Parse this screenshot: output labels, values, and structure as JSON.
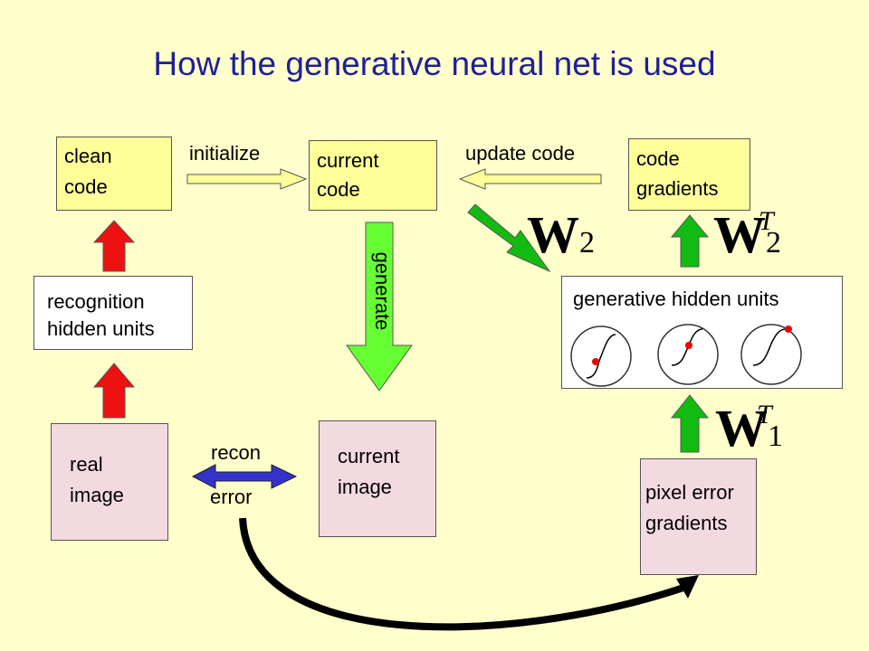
{
  "title": "How the generative neural net is used",
  "boxes": {
    "clean_code": [
      "clean",
      "code"
    ],
    "current_code": [
      "current",
      "code"
    ],
    "code_gradients": [
      "code",
      "gradients"
    ],
    "recognition_hidden": [
      "recognition",
      "hidden units"
    ],
    "generative_hidden": "generative hidden units",
    "real_image": [
      "real",
      "image"
    ],
    "current_image": [
      "current",
      "image"
    ],
    "pixel_error": [
      "pixel error",
      "gradients"
    ]
  },
  "arrows": {
    "initialize": "initialize",
    "update_code": "update code",
    "generate": "generate",
    "recon": "recon",
    "error": "error"
  },
  "weights": {
    "w2": {
      "base": "W",
      "sub": "2",
      "sup": ""
    },
    "w2t": {
      "base": "W",
      "sub": "2",
      "sup": "T"
    },
    "w1t": {
      "base": "W",
      "sub": "1",
      "sup": "T"
    }
  },
  "colors": {
    "title": "#1f1f99",
    "yellow_box": "#ffff99",
    "pink_box": "#f3d9e0",
    "red_arrow": "#ee1111",
    "green_arrow": "#11bb11",
    "light_green_arrow": "#66ff33",
    "blue_arrow": "#3333cc",
    "sigmoid_dot": "#ee0000"
  }
}
